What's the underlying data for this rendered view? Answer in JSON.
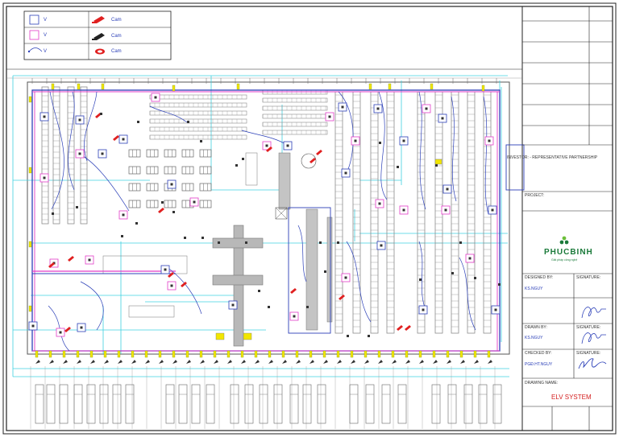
{
  "legend": {
    "rows": [
      {
        "symbol": "blue-square-icon",
        "label": "V"
      },
      {
        "symbol": "magenta-square-icon",
        "label": "V"
      },
      {
        "symbol": "cable-arc-icon",
        "label": "V"
      }
    ],
    "cams": [
      {
        "symbol": "red-camera-icon",
        "label": "Cam"
      },
      {
        "symbol": "black-camera-icon",
        "label": "Cam"
      },
      {
        "symbol": "dome-camera-icon",
        "label": "Cam"
      }
    ]
  },
  "title_block": {
    "investor_label": "INVESTOR: - REPRESENTATIVE PARTNERSHIP",
    "project_label": "PROJECT:",
    "company_name": "PHUCBINH",
    "company_tagline": "Giải pháp công nghệ",
    "designed_by_label": "DESIGNED BY:",
    "designed_by_name": "KS.NGUY",
    "drawn_by_label": "DRAWN BY:",
    "drawn_by_name": "KS.NGUY",
    "checked_by_label": "CHECKED BY:",
    "checked_by_name": "PGĐ.HT.NGUY",
    "signature_label": "SIGNATURE:",
    "drawing_name_label": "DRAWING NAME:",
    "drawing_name": "ELV SYSTEM"
  },
  "colors": {
    "cyan": "#3fd0e0",
    "blue": "#2c40b8",
    "magenta": "#e23cc8",
    "red": "#e02020",
    "gray": "#8c8c8c",
    "yellow": "#f2e600",
    "green": "#1a7a3a"
  }
}
